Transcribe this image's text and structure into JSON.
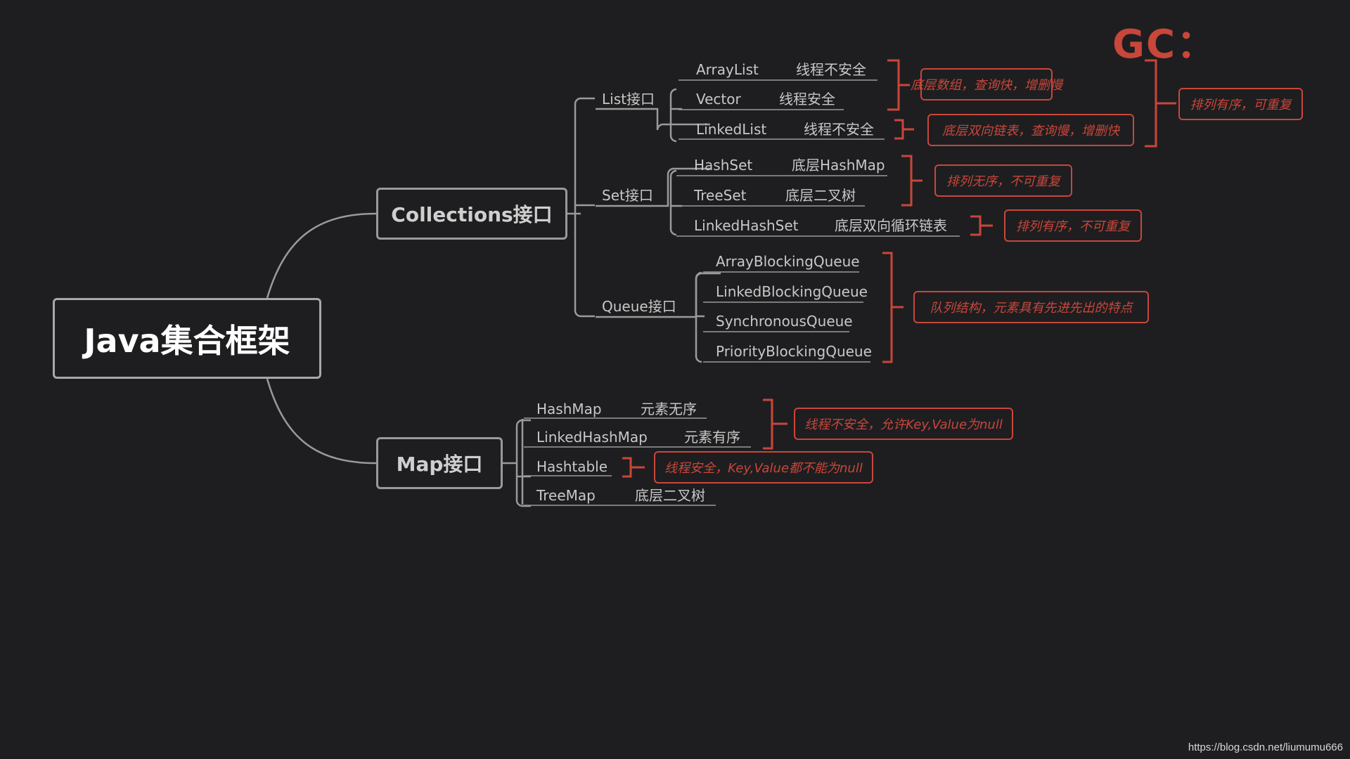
{
  "root": "Java集合框架",
  "collections": {
    "label": "Collections接口",
    "list": {
      "label": "List接口",
      "items": [
        {
          "name": "ArrayList",
          "desc": "线程不安全"
        },
        {
          "name": "Vector",
          "desc": "线程安全"
        },
        {
          "name": "LinkedList",
          "desc": "线程不安全"
        }
      ]
    },
    "set": {
      "label": "Set接口",
      "items": [
        {
          "name": "HashSet",
          "desc": "底层HashMap"
        },
        {
          "name": "TreeSet",
          "desc": "底层二叉树"
        },
        {
          "name": "LinkedHashSet",
          "desc": "底层双向循环链表"
        }
      ]
    },
    "queue": {
      "label": "Queue接口",
      "items": [
        "ArrayBlockingQueue",
        "LinkedBlockingQueue",
        "SynchronousQueue",
        "PriorityBlockingQueue"
      ]
    }
  },
  "map": {
    "label": "Map接口",
    "items": [
      {
        "name": "HashMap",
        "desc": "元素无序"
      },
      {
        "name": "LinkedHashMap",
        "desc": "元素有序"
      },
      {
        "name": "Hashtable",
        "desc": ""
      },
      {
        "name": "TreeMap",
        "desc": "底层二叉树"
      }
    ]
  },
  "notes": {
    "arraylist_vector": "底层数组，查询快，增删慢",
    "linkedlist": "底层双向链表，查询慢，增删快",
    "list": "排列有序，可重复",
    "hashset_treeset": "排列无序，不可重复",
    "linkedhashset": "排列有序，不可重复",
    "queue": "队列结构，元素具有先进先出的特点",
    "hashmap": "线程不安全，允许Key,Value为null",
    "hashtable": "线程安全，Key,Value都不能为null"
  },
  "gc": "GC：",
  "watermark": "https://blog.csdn.net/liumumu666",
  "colors": {
    "background": "#1e1e20",
    "line": "#9a9a9a",
    "accent": "#c9463a",
    "text": "#c8c8c8"
  }
}
